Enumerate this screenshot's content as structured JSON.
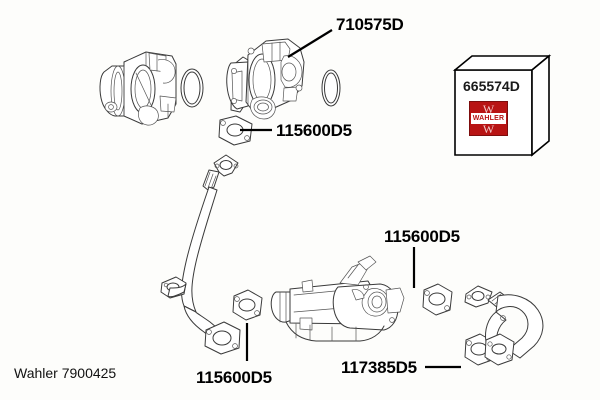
{
  "diagram": {
    "title": "Wahler EGR system exploded parts diagram",
    "background_color": "#fdfdfb",
    "line_color": "#2b2b2b",
    "footer": "Wahler 7900425",
    "callouts": [
      {
        "id": "710575D",
        "label": "710575D",
        "target": "egr-valve"
      },
      {
        "id": "115600D5-top",
        "label": "115600D5",
        "target": "gasket-egr-valve"
      },
      {
        "id": "115600D5-mid",
        "label": "115600D5",
        "target": "gasket-cooler-outlet"
      },
      {
        "id": "115600D5-bottom",
        "label": "115600D5",
        "target": "gasket-cooler-inlet"
      },
      {
        "id": "117385D5",
        "label": "117385D5",
        "target": "gasket-return-pipe"
      }
    ],
    "package_box": {
      "part_number": "665574D",
      "brand": "WAHLER",
      "brand_color": "#b81414",
      "brand_text_color": "#ffffff"
    },
    "parts": [
      {
        "name": "throttle-body",
        "label": "throttle body"
      },
      {
        "name": "sealing-ring-left",
        "label": "sealing ring"
      },
      {
        "name": "egr-valve",
        "label": "EGR valve"
      },
      {
        "name": "sealing-ring-right",
        "label": "sealing ring"
      },
      {
        "name": "gasket-egr-valve",
        "label": "gasket"
      },
      {
        "name": "egr-supply-pipe",
        "label": "EGR supply pipe"
      },
      {
        "name": "gasket-cooler-inlet",
        "label": "gasket"
      },
      {
        "name": "egr-cooler",
        "label": "EGR cooler"
      },
      {
        "name": "gasket-cooler-outlet",
        "label": "gasket"
      },
      {
        "name": "gasket-return-pipe",
        "label": "gasket"
      },
      {
        "name": "egr-return-pipe",
        "label": "EGR return pipe"
      }
    ]
  }
}
